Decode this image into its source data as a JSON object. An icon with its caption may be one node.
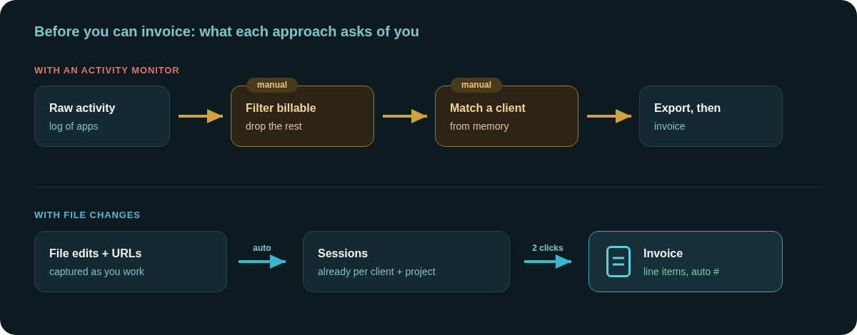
{
  "diagram": {
    "title": "Before you can invoice: what each approach asks of you",
    "nodes": [
      {
        "text": [
          "Raw activity",
          "log of apps"
        ]
      },
      {
        "text": [
          "Filter billable",
          "drop the rest"
        ],
        "beside": [
          "manual"
        ]
      },
      {
        "text": [
          "Match a client",
          "from memory"
        ],
        "beside": [
          "manual"
        ]
      },
      {
        "text": [
          "Export, then",
          "invoice"
        ]
      },
      {
        "text": [
          "File edits + URLs",
          "captured as you work"
        ]
      },
      {
        "text": [
          "Sessions",
          "already per client + project"
        ]
      },
      {
        "text": [
          "Invoice",
          "line items, auto #"
        ]
      }
    ],
    "edges": [
      {
        "from": 0,
        "to": 1,
        "arrow": "to"
      },
      {
        "from": 1,
        "to": 2,
        "arrow": "to"
      },
      {
        "from": 2,
        "to": 3,
        "arrow": "to"
      },
      {
        "from": 4,
        "to": 5,
        "arrow": "to",
        "label": "auto",
        "color": "#38b8cc"
      },
      {
        "from": 5,
        "to": 6,
        "arrow": "to",
        "label": "2 clicks",
        "color": "#38b8cc"
      }
    ],
    "labels": [
      "WITH AN ACTIVITY MONITOR",
      "WITH FILE CHANGES"
    ]
  }
}
